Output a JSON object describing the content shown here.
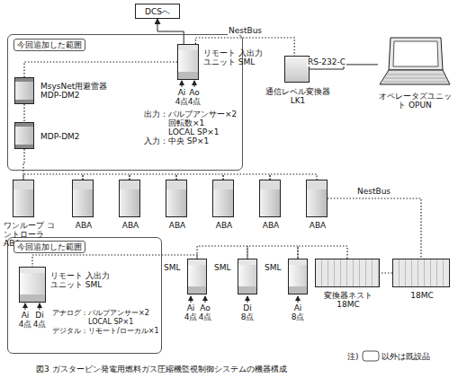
{
  "diagram": {
    "caption": "図3 ガスタービン発電用燃料ガス圧縮機監視制御システムの機器構成",
    "nodes": [
      {
        "text": [
          "DCSへ"
        ]
      },
      {
        "text": [
          "今回追加した範囲"
        ]
      },
      {
        "text": [
          "リモート 入出力ユニット SML"
        ],
        "in": 1
      },
      {
        "text": [
          "MsysNet用避雷器 MDP-DM2"
        ],
        "in": 1
      },
      {
        "text": [
          "MDP-DM2"
        ],
        "in": 1
      },
      {
        "text": [
          "通信レベル変換器 LK1"
        ]
      },
      {
        "text": [
          "オペレータズユニット OPUN"
        ]
      },
      {
        "text": [
          "ワンループ コントローラ ABA"
        ]
      },
      {
        "text": [
          "ABA"
        ]
      },
      {
        "text": [
          "ABA"
        ]
      },
      {
        "text": [
          "ABA"
        ]
      },
      {
        "text": [
          "ABA"
        ]
      },
      {
        "text": [
          "ABA"
        ]
      },
      {
        "text": [
          "ABA"
        ]
      },
      {
        "text": [
          "今回追加した範囲"
        ]
      },
      {
        "text": [
          "リモート 入出力ユニット SML"
        ],
        "in": 14
      },
      {
        "text": [
          "SML"
        ]
      },
      {
        "text": [
          "SML"
        ]
      },
      {
        "text": [
          "SML"
        ]
      },
      {
        "text": [
          "変換器ネスト 18MC"
        ]
      },
      {
        "text": [
          "18MC"
        ]
      }
    ],
    "edges": [
      {
        "from": 2,
        "to": 0,
        "arrow": "to"
      },
      {
        "from": 2,
        "to": 5,
        "label": "NestBus",
        "arrow": "none"
      },
      {
        "from": 5,
        "to": 6,
        "label": "RS-232-C",
        "arrow": "none"
      },
      {
        "from": 2,
        "to": 3,
        "arrow": "none"
      },
      {
        "from": 3,
        "to": 4,
        "arrow": "none"
      },
      {
        "from": 4,
        "to": 7,
        "arrow": "none"
      },
      {
        "from": 7,
        "to": 8,
        "arrow": "none"
      },
      {
        "from": 8,
        "to": 9,
        "arrow": "none"
      },
      {
        "from": 9,
        "to": 10,
        "arrow": "none"
      },
      {
        "from": 10,
        "to": 11,
        "arrow": "none"
      },
      {
        "from": 11,
        "to": 12,
        "arrow": "none"
      },
      {
        "from": 12,
        "to": 13,
        "arrow": "none"
      },
      {
        "from": 13,
        "to": 20,
        "label": "NestBus",
        "arrow": "none"
      },
      {
        "from": 20,
        "to": 19,
        "arrow": "none"
      },
      {
        "from": 19,
        "to": 18,
        "arrow": "none"
      },
      {
        "from": 18,
        "to": 17,
        "arrow": "none"
      },
      {
        "from": 17,
        "to": 16,
        "arrow": "none"
      },
      {
        "from": 16,
        "to": 15,
        "arrow": "none"
      }
    ],
    "labels": [
      "Ai 4点",
      "Ao 4点",
      "出力：バルブアンサー×2",
      "回転数×1",
      "LOCAL SP×1",
      "入力：中央 SP×1",
      "Ai 4点",
      "Di 4点",
      "アナログ：バルブアンサー×2",
      "LOCAL SP×1",
      "デジタル：リモート/ローカル×1",
      "Ai 4点",
      "Ao 4点",
      "Di 8点",
      "Ai 8点",
      "注)",
      "以外は既設品"
    ]
  }
}
